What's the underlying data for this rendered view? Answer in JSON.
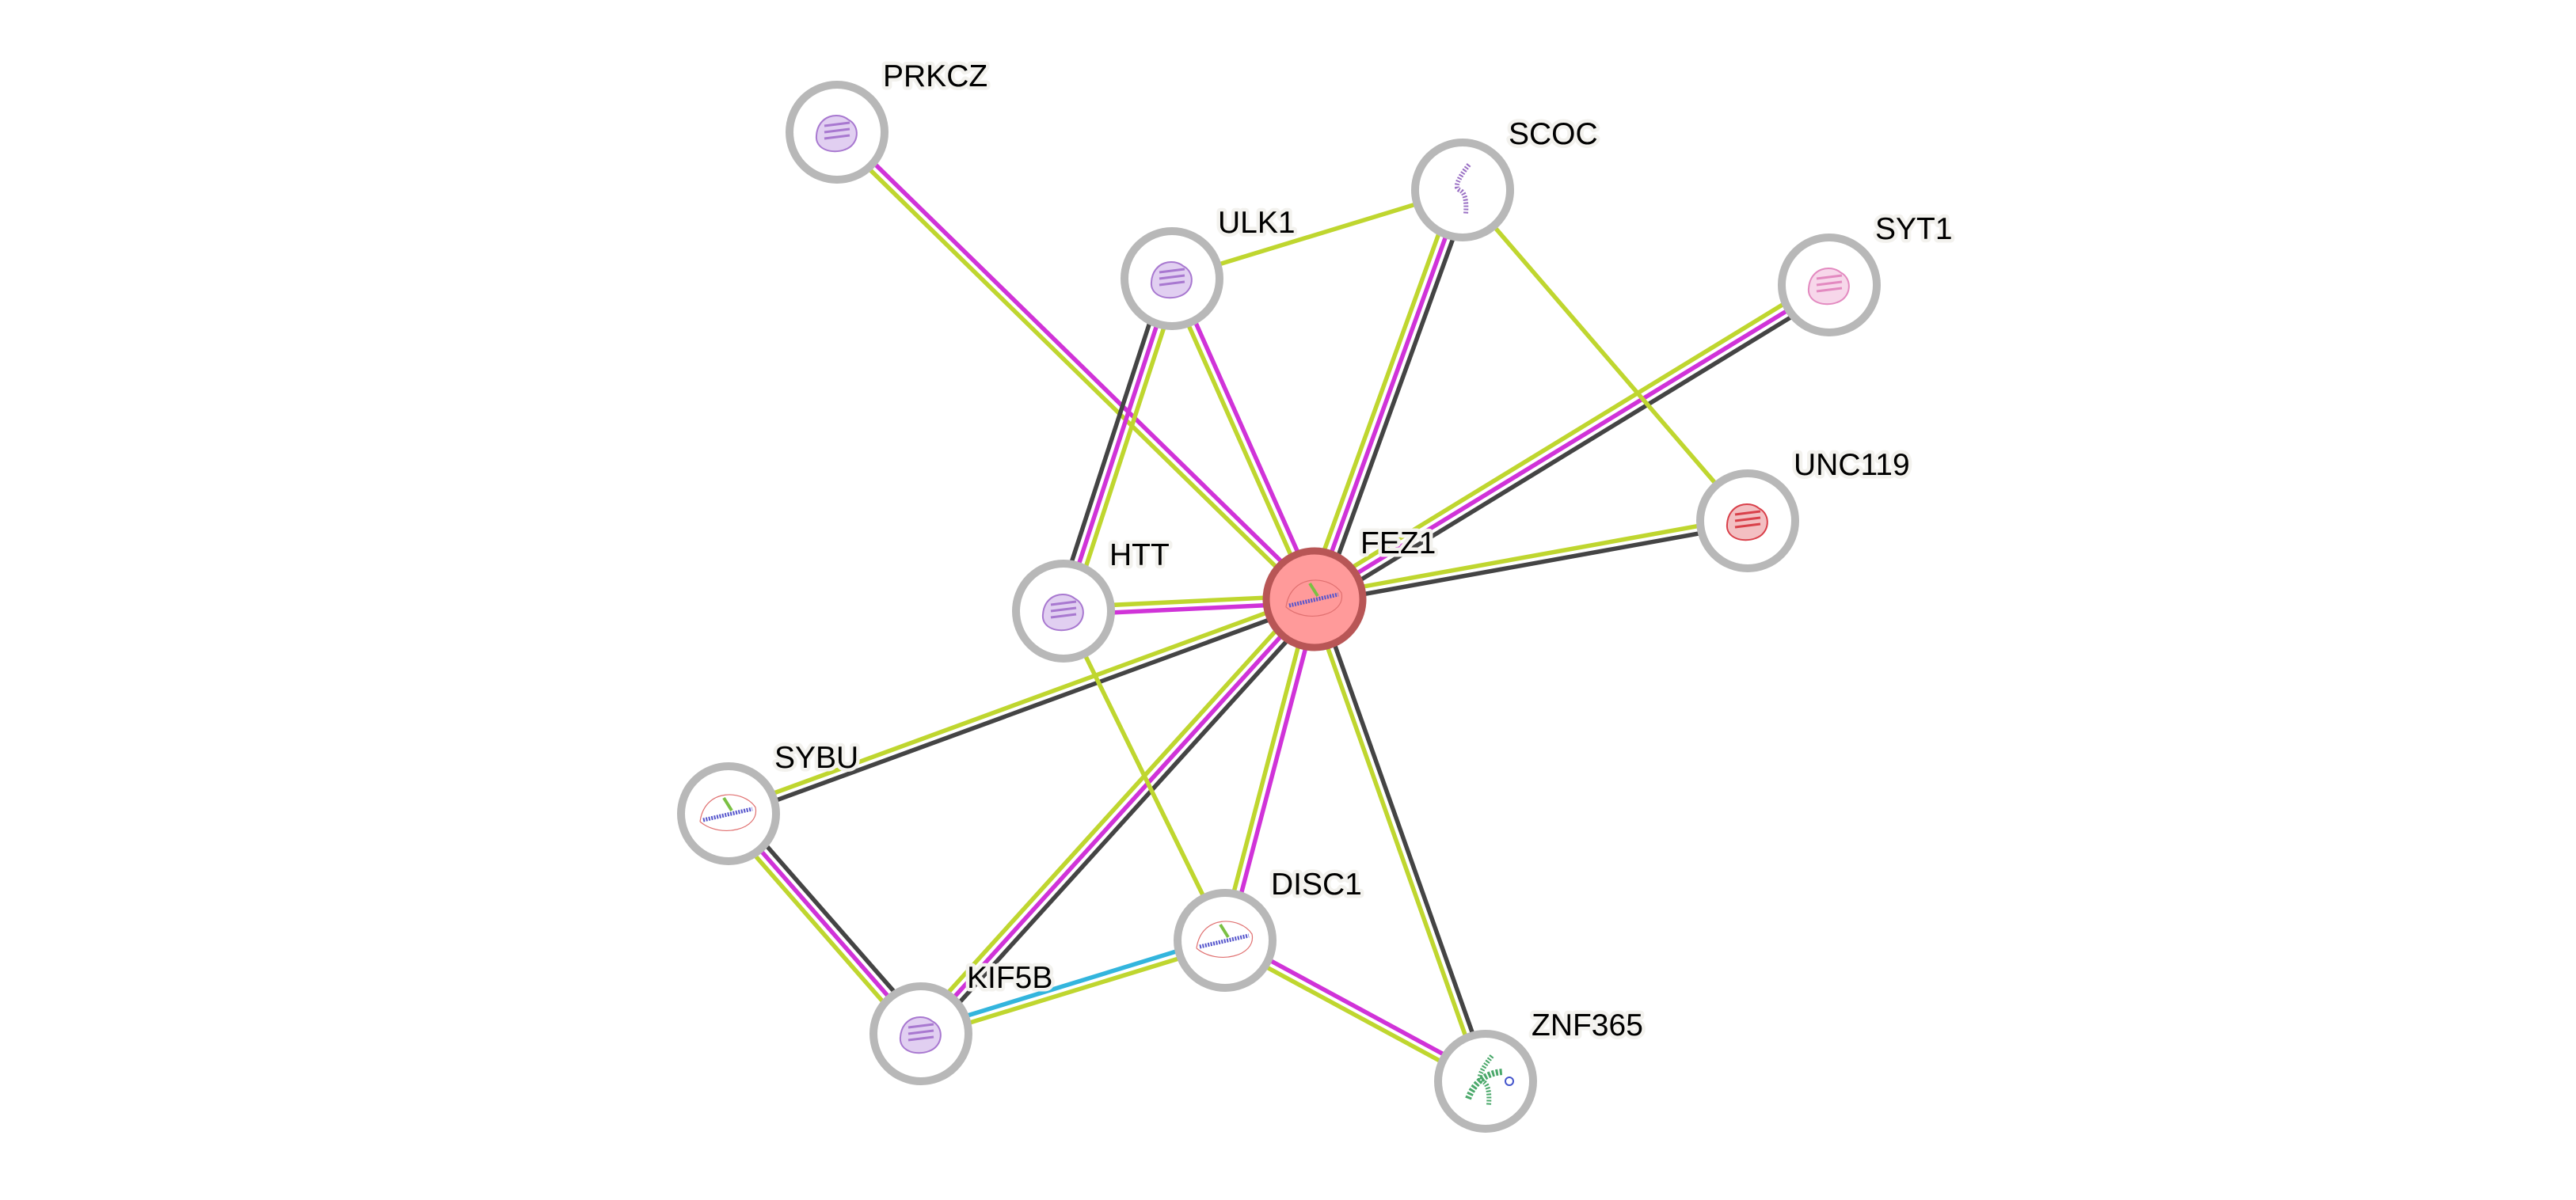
{
  "network": {
    "query_protein": "FEZ1",
    "evidence_colors": {
      "textmining": "#bfd62f",
      "experiments": "#d033d8",
      "coexpression": "#444444",
      "databases": "#33b5dd"
    },
    "node_colors": {
      "query_fill": "#ff9a9a",
      "query_ring": "#b85656",
      "ring": "#b8b8b8"
    },
    "nodes": [
      {
        "id": "FEZ1",
        "label": "FEZ1",
        "query": true,
        "structure_icon": "protein-structure-rainbow-icon"
      },
      {
        "id": "PRKCZ",
        "label": "PRKCZ",
        "query": false,
        "structure_icon": "protein-structure-purple-icon"
      },
      {
        "id": "ULK1",
        "label": "ULK1",
        "query": false,
        "structure_icon": "protein-structure-purple-icon"
      },
      {
        "id": "SCOC",
        "label": "SCOC",
        "query": false,
        "structure_icon": "protein-helix-purple-icon"
      },
      {
        "id": "SYT1",
        "label": "SYT1",
        "query": false,
        "structure_icon": "protein-structure-pink-icon"
      },
      {
        "id": "UNC119",
        "label": "UNC119",
        "query": false,
        "structure_icon": "protein-structure-red-icon"
      },
      {
        "id": "HTT",
        "label": "HTT",
        "query": false,
        "structure_icon": "protein-structure-purple-icon"
      },
      {
        "id": "SYBU",
        "label": "SYBU",
        "query": false,
        "structure_icon": "protein-structure-rainbow-icon"
      },
      {
        "id": "KIF5B",
        "label": "KIF5B",
        "query": false,
        "structure_icon": "protein-structure-purple-icon"
      },
      {
        "id": "DISC1",
        "label": "DISC1",
        "query": false,
        "structure_icon": "protein-structure-rainbow-icon"
      },
      {
        "id": "ZNF365",
        "label": "ZNF365",
        "query": false,
        "structure_icon": "protein-helix-rainbow-icon"
      }
    ],
    "edges": [
      {
        "source": "FEZ1",
        "target": "PRKCZ",
        "evidence": [
          "textmining",
          "experiments"
        ]
      },
      {
        "source": "FEZ1",
        "target": "ULK1",
        "evidence": [
          "textmining",
          "experiments"
        ]
      },
      {
        "source": "FEZ1",
        "target": "SCOC",
        "evidence": [
          "textmining",
          "experiments",
          "coexpression"
        ]
      },
      {
        "source": "FEZ1",
        "target": "SYT1",
        "evidence": [
          "textmining",
          "experiments",
          "coexpression"
        ]
      },
      {
        "source": "FEZ1",
        "target": "UNC119",
        "evidence": [
          "textmining",
          "coexpression"
        ]
      },
      {
        "source": "FEZ1",
        "target": "HTT",
        "evidence": [
          "experiments",
          "textmining"
        ]
      },
      {
        "source": "FEZ1",
        "target": "SYBU",
        "evidence": [
          "coexpression",
          "textmining"
        ]
      },
      {
        "source": "FEZ1",
        "target": "KIF5B",
        "evidence": [
          "coexpression",
          "experiments",
          "textmining"
        ]
      },
      {
        "source": "FEZ1",
        "target": "DISC1",
        "evidence": [
          "experiments",
          "textmining"
        ]
      },
      {
        "source": "FEZ1",
        "target": "ZNF365",
        "evidence": [
          "coexpression",
          "textmining"
        ]
      },
      {
        "source": "ULK1",
        "target": "SCOC",
        "evidence": [
          "textmining"
        ]
      },
      {
        "source": "ULK1",
        "target": "HTT",
        "evidence": [
          "textmining",
          "experiments",
          "coexpression"
        ]
      },
      {
        "source": "SCOC",
        "target": "UNC119",
        "evidence": [
          "textmining"
        ]
      },
      {
        "source": "HTT",
        "target": "DISC1",
        "evidence": [
          "textmining"
        ]
      },
      {
        "source": "SYBU",
        "target": "KIF5B",
        "evidence": [
          "coexpression",
          "experiments",
          "textmining"
        ]
      },
      {
        "source": "KIF5B",
        "target": "DISC1",
        "evidence": [
          "databases",
          "textmining"
        ]
      },
      {
        "source": "DISC1",
        "target": "ZNF365",
        "evidence": [
          "experiments",
          "textmining"
        ]
      }
    ]
  }
}
